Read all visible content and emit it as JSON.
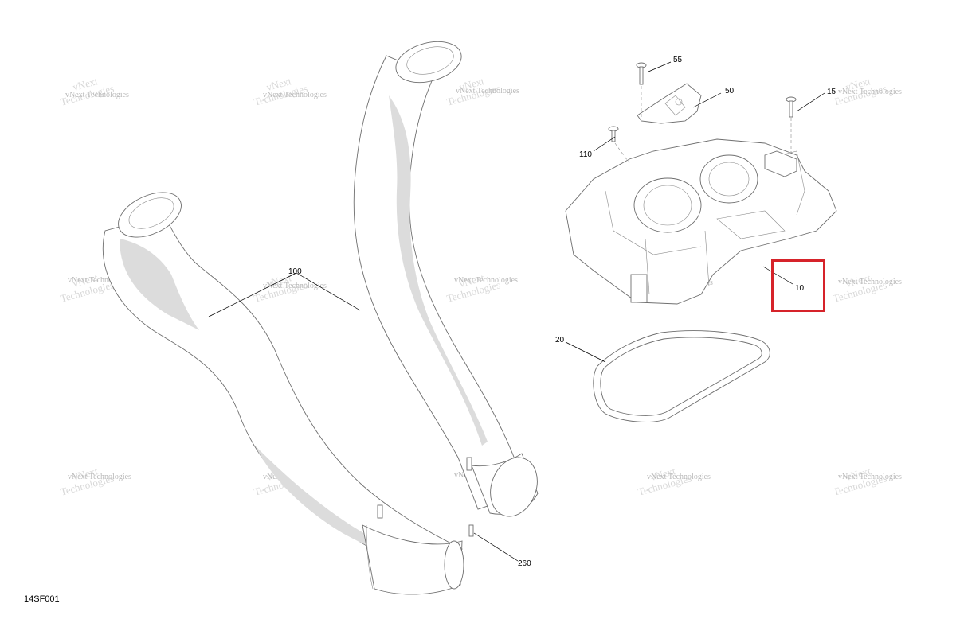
{
  "diagram": {
    "code": "14SF001",
    "highlight_color": "#d6232a",
    "callouts": {
      "c55": "55",
      "c50": "50",
      "c15": "15",
      "c110": "110",
      "c10": "10",
      "c20": "20",
      "c100": "100",
      "c260": "260"
    }
  },
  "watermark": {
    "line1": "vNext",
    "line2": "Technologies",
    "combined": "vNext Technologies"
  }
}
